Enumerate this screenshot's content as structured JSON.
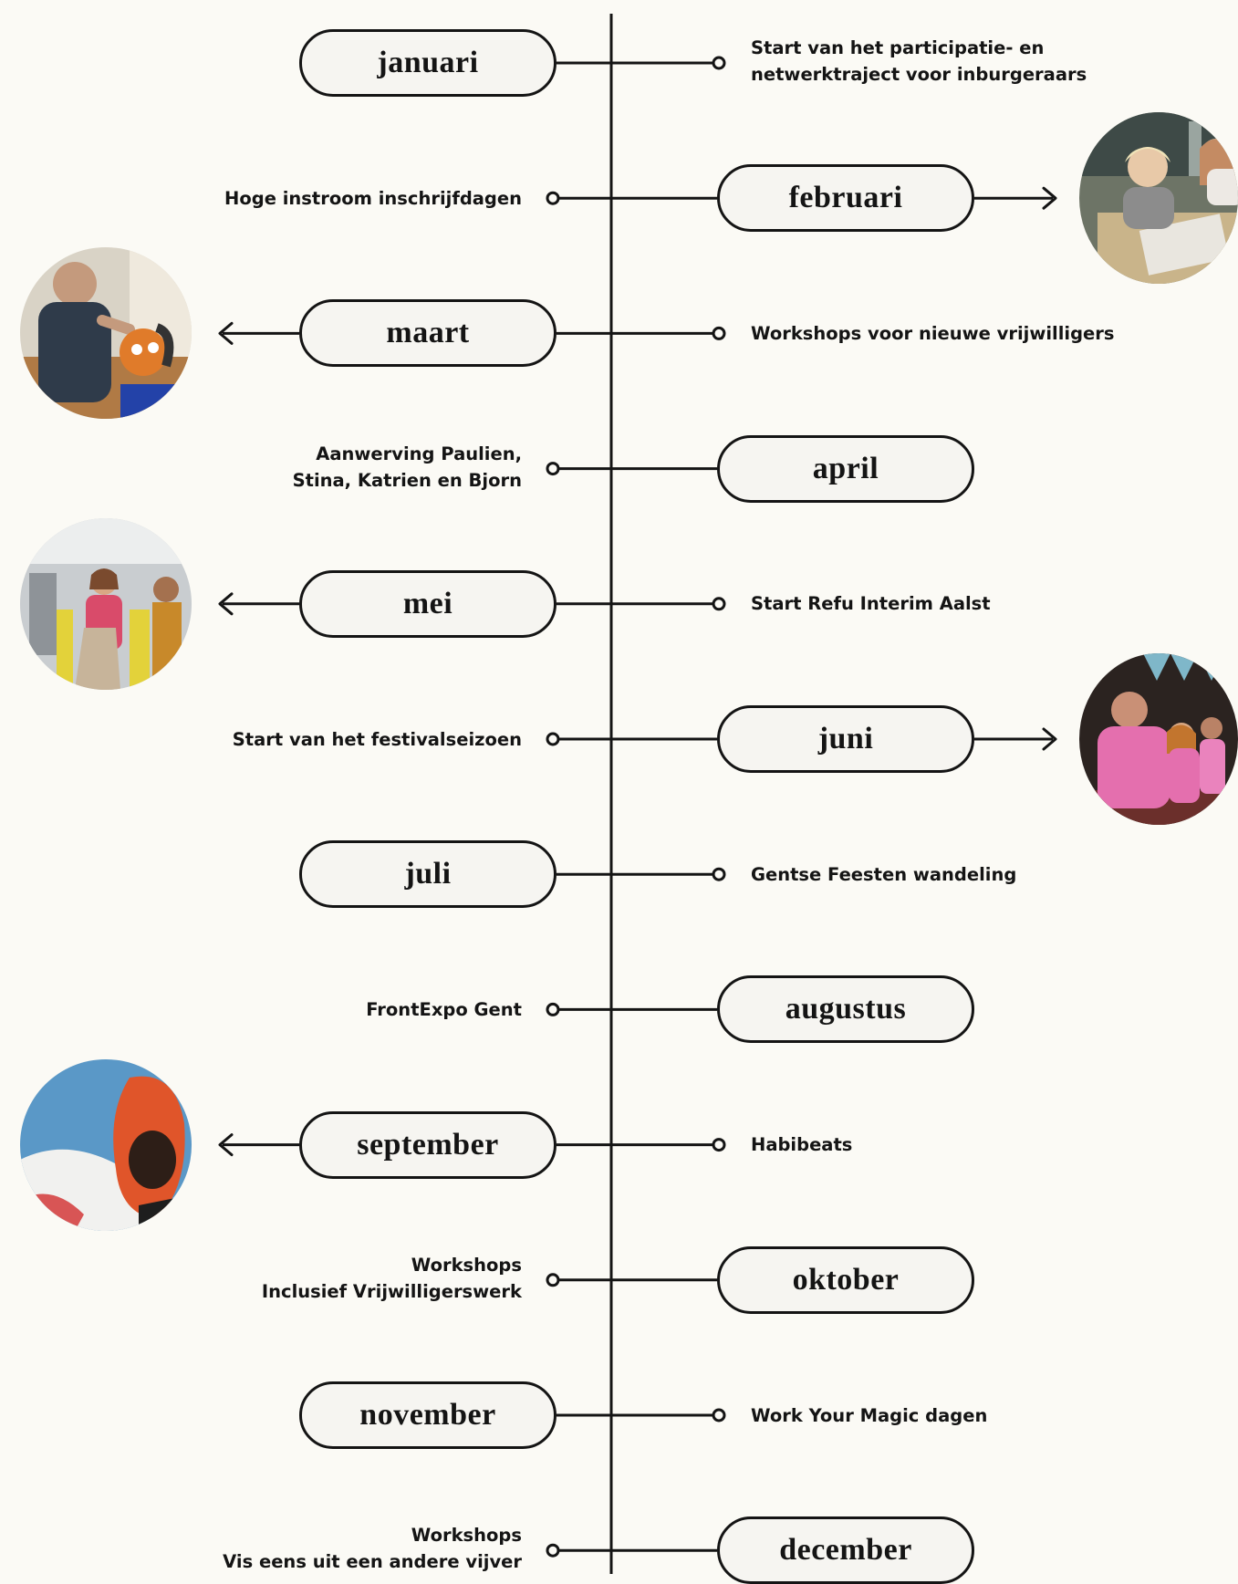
{
  "months": [
    {
      "name": "januari",
      "event": "Start van het participatie- en\nnetwerktraject voor inburgeraars"
    },
    {
      "name": "februari",
      "event": "Hoge instroom inschrijfdagen"
    },
    {
      "name": "maart",
      "event": "Workshops voor nieuwe vrijwilligers"
    },
    {
      "name": "april",
      "event": "Aanwerving Paulien,\nStina, Katrien en Bjorn"
    },
    {
      "name": "mei",
      "event": "Start Refu Interim Aalst"
    },
    {
      "name": "juni",
      "event": "Start van het festivalseizoen"
    },
    {
      "name": "juli",
      "event": "Gentse Feesten wandeling"
    },
    {
      "name": "augustus",
      "event": "FrontExpo Gent"
    },
    {
      "name": "september",
      "event": "Habibeats"
    },
    {
      "name": "oktober",
      "event": "Workshops\nInclusief Vrijwilligerswerk"
    },
    {
      "name": "november",
      "event": "Work Your Magic dagen"
    },
    {
      "name": "december",
      "event": "Workshops\nVis eens uit een andere vijver"
    }
  ],
  "photos": {
    "februari": {
      "icon": "photo-group-reading-icon",
      "accent": "#c9b48a"
    },
    "maart": {
      "icon": "photo-face-painting-icon",
      "accent": "#e07b2a"
    },
    "mei": {
      "icon": "photo-volunteers-yellow-icon",
      "accent": "#e3d23a"
    },
    "juni": {
      "icon": "photo-pink-shirts-icon",
      "accent": "#e46fae"
    },
    "september": {
      "icon": "photo-orange-hood-icon",
      "accent": "#e0552a"
    }
  },
  "colors": {
    "line": "#141414",
    "background": "#fbfaf5",
    "pill_fill": "#f6f5f1"
  }
}
